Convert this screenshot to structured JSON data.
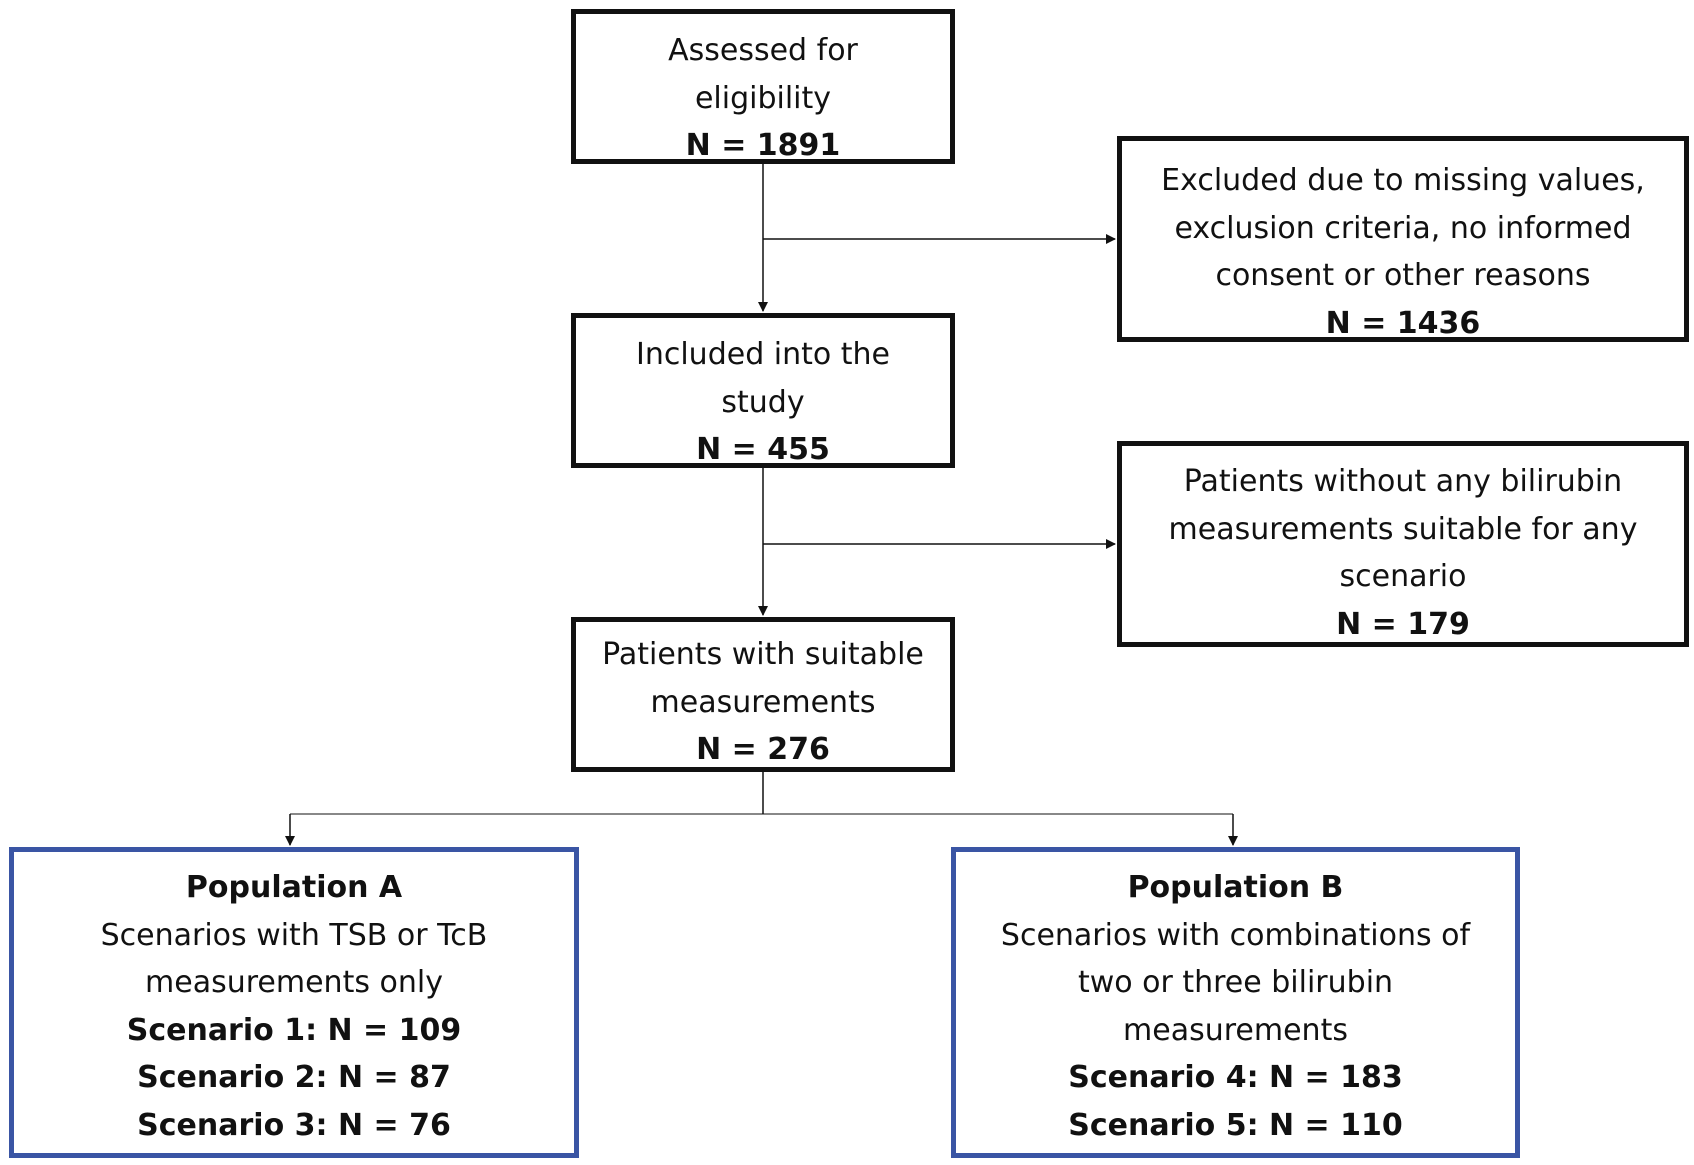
{
  "boxes": {
    "assessed": {
      "lines": [
        "Assessed for",
        "eligibility"
      ],
      "count": "N = 1891"
    },
    "excluded": {
      "lines": [
        "Excluded due to missing values,",
        "exclusion criteria, no informed",
        "consent or other reasons"
      ],
      "count": "N = 1436"
    },
    "included": {
      "lines": [
        "Included into the",
        "study"
      ],
      "count": "N = 455"
    },
    "no_measurements": {
      "lines": [
        "Patients without any bilirubin",
        "measurements suitable for any",
        "scenario"
      ],
      "count": "N = 179"
    },
    "suitable": {
      "lines": [
        "Patients with suitable",
        "measurements"
      ],
      "count": "N = 276"
    },
    "population_a": {
      "title": "Population A",
      "lines": [
        "Scenarios with TSB or TcB",
        "measurements only"
      ],
      "scenarios": [
        "Scenario 1: N = 109",
        "Scenario 2: N = 87",
        "Scenario 3: N = 76"
      ]
    },
    "population_b": {
      "title": "Population B",
      "lines": [
        "Scenarios with combinations of",
        "two or three bilirubin",
        "measurements"
      ],
      "scenarios": [
        "Scenario 4: N = 183",
        "Scenario 5: N = 110"
      ]
    }
  },
  "colors": {
    "box_border": "#111111",
    "population_border": "#3a55a4",
    "connector": "#111111"
  }
}
